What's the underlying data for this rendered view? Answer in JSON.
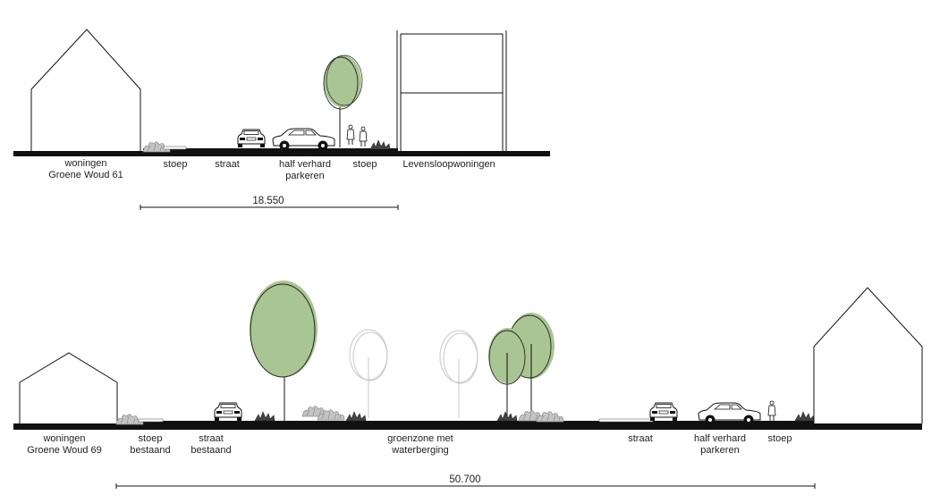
{
  "colors": {
    "tree_fill": "#a9c593",
    "shrub": "#9a9a9a",
    "ground": "#111111",
    "ghost_tree": "#c8c8c8"
  },
  "section_top": {
    "labels": [
      {
        "id": "woningen-61",
        "lines": [
          "woningen",
          "Groene Woud 61"
        ]
      },
      {
        "id": "stoep-left",
        "lines": [
          "stoep"
        ]
      },
      {
        "id": "straat",
        "lines": [
          "straat"
        ]
      },
      {
        "id": "half-verhard-parkeren",
        "lines": [
          "half verhard",
          "parkeren"
        ]
      },
      {
        "id": "stoep-right",
        "lines": [
          "stoep"
        ]
      },
      {
        "id": "levensloopwoningen",
        "lines": [
          "Levensloopwoningen"
        ]
      }
    ],
    "dimension": "18.550"
  },
  "section_bottom": {
    "labels": [
      {
        "id": "woningen-69",
        "lines": [
          "woningen",
          "Groene Woud 69"
        ]
      },
      {
        "id": "stoep-bestaand",
        "lines": [
          "stoep",
          "bestaand"
        ]
      },
      {
        "id": "straat-bestaand",
        "lines": [
          "straat",
          "bestaand"
        ]
      },
      {
        "id": "groenzone",
        "lines": [
          "groenzone met",
          "waterberging"
        ]
      },
      {
        "id": "straat",
        "lines": [
          "straat"
        ]
      },
      {
        "id": "half-verhard-parkeren",
        "lines": [
          "half verhard",
          "parkeren"
        ]
      },
      {
        "id": "stoep",
        "lines": [
          "stoep"
        ]
      }
    ],
    "dimension": "50.700"
  }
}
